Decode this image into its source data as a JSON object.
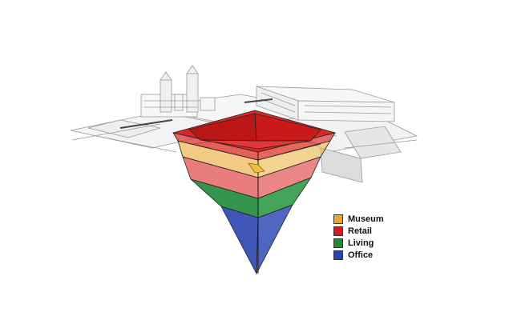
{
  "legend": {
    "items": [
      {
        "label": "Museum",
        "color": "#E8A830"
      },
      {
        "label": "Retail",
        "color": "#D81C1C"
      },
      {
        "label": "Living",
        "color": "#1E8A3A"
      },
      {
        "label": "Office",
        "color": "#2A44B0"
      }
    ]
  },
  "diagram": {
    "stack_order_top_to_bottom": [
      "Retail",
      "Museum",
      "Retail",
      "Living",
      "Office"
    ]
  }
}
